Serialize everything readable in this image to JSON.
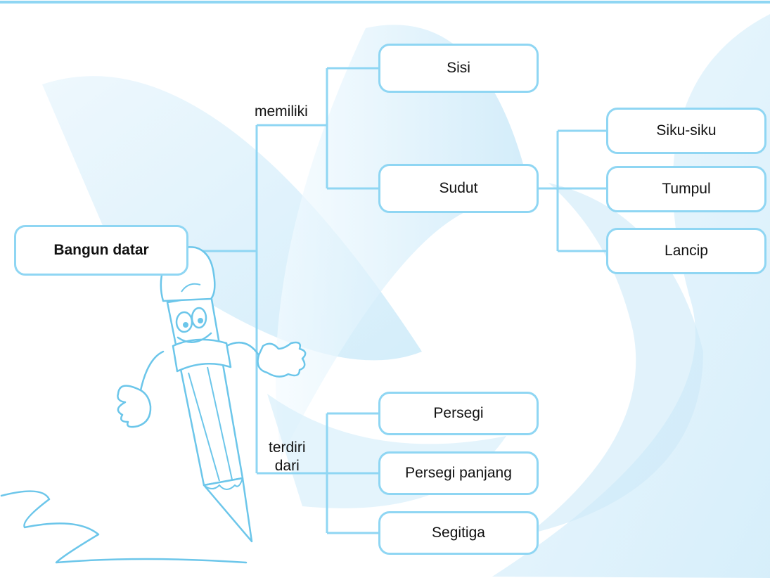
{
  "root": {
    "label": "Bangun datar"
  },
  "edge_labels": {
    "has": "memiliki",
    "consists_line1": "terdiri",
    "consists_line2": "dari"
  },
  "has_children": [
    {
      "label": "Sisi"
    },
    {
      "label": "Sudut"
    }
  ],
  "angle_types": [
    {
      "label": "Siku-siku"
    },
    {
      "label": "Tumpul"
    },
    {
      "label": "Lancip"
    }
  ],
  "shape_types": [
    {
      "label": "Persegi"
    },
    {
      "label": "Persegi panjang"
    },
    {
      "label": "Segitiga"
    }
  ],
  "colors": {
    "connector": "#8fd6f3",
    "node_border": "#8fd6f3",
    "background_swirl": "#d6effb"
  },
  "icons": {
    "mascot": "pencil-mascot-icon"
  }
}
